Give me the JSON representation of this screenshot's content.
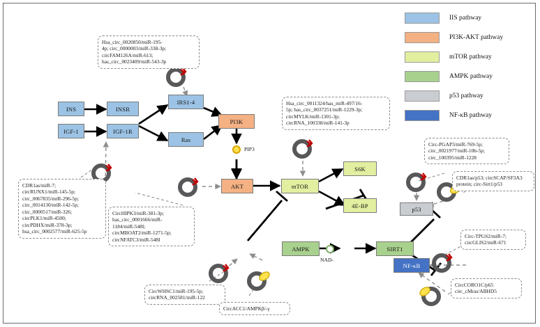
{
  "legend": {
    "items": [
      {
        "label": "IIS pathway",
        "color": "#9cc3e5"
      },
      {
        "label": "PI3K-AKT pathway",
        "color": "#f4b183"
      },
      {
        "label": "mTOR pathway",
        "color": "#e2efa0"
      },
      {
        "label": "AMPK pathway",
        "color": "#a9d18e"
      },
      {
        "label": "p53 pathway",
        "color": "#c9cdd1"
      },
      {
        "label": "NF-κB pathway",
        "color": "#4472c4"
      }
    ]
  },
  "nodes": {
    "ins": "INS",
    "insr": "INSR",
    "igf1": "IGF-1",
    "igf1r": "IGF-1R",
    "irs14": "IRS1-4",
    "ras": "Ras",
    "pi3k": "PI3K",
    "akt": "AKT",
    "mtor": "mTOR",
    "s6k": "S6K",
    "ebp": "4E-BP",
    "ampk": "AMPK",
    "sirt1": "SIRT1",
    "p53": "p53",
    "nfkb": "NF-κB"
  },
  "labels": {
    "pip3": "PIP3",
    "nad": "NAD-"
  },
  "boxes": {
    "irs": [
      "Hsa_circ_0020850/miR-195-",
      "4p; circ_0000003/miR-338-3p;",
      "circFAM126A/miR-613;",
      "has_circ_0023409/miR-543-3p"
    ],
    "mtor": [
      "Hsa_circ_0011324/has_miR-497/16-",
      "5p; has_circ_0037251/miR-1229-3p;",
      "circMYLK/miR-1301-3p;",
      "circRNA_100338/miR-141-3p"
    ],
    "igf": [
      "CDR1as/miR-7;",
      "circRUNX1/miR-145-5p;",
      "circ_0067835/miR-296-5p;",
      "circ_0014130/miR-142-5p;",
      "circ_0000517/miR-326;",
      "circPLK1/miR-4500;",
      "circPDHX/miR-378-3p;",
      "hsa_circ_0002577/miR-625-5p"
    ],
    "akt": [
      "CircHIPK3/miR-381-3p;",
      "has_circ_0001666/miR-",
      "1184/miR-548I;",
      "circMBOAT2/miR-1271-5p;",
      "circNFATC3/miR-548I"
    ],
    "p53_upper": [
      "Circ-PGAP3/miR-769-5p;",
      "circ_0021977/miR-10b-5p;",
      "circ_100395/miR-1228"
    ],
    "p53_right": [
      "CDR1as/p53; circSCAP/SF3A3",
      "protein; circ-Sirt1/p53"
    ],
    "nfkb": [
      "Circ-TPGS2/miR-7;",
      "circGLIS2/miR-671"
    ],
    "coro": [
      "CircCORO1C/p65",
      "circ_cMras/ABHD5"
    ],
    "ampk": [
      "CircWHSC1/miR-195-5p;",
      "circRNA_002581/miR-122"
    ],
    "acc": [
      "CircACC1/AMPKβ/-γ"
    ]
  }
}
